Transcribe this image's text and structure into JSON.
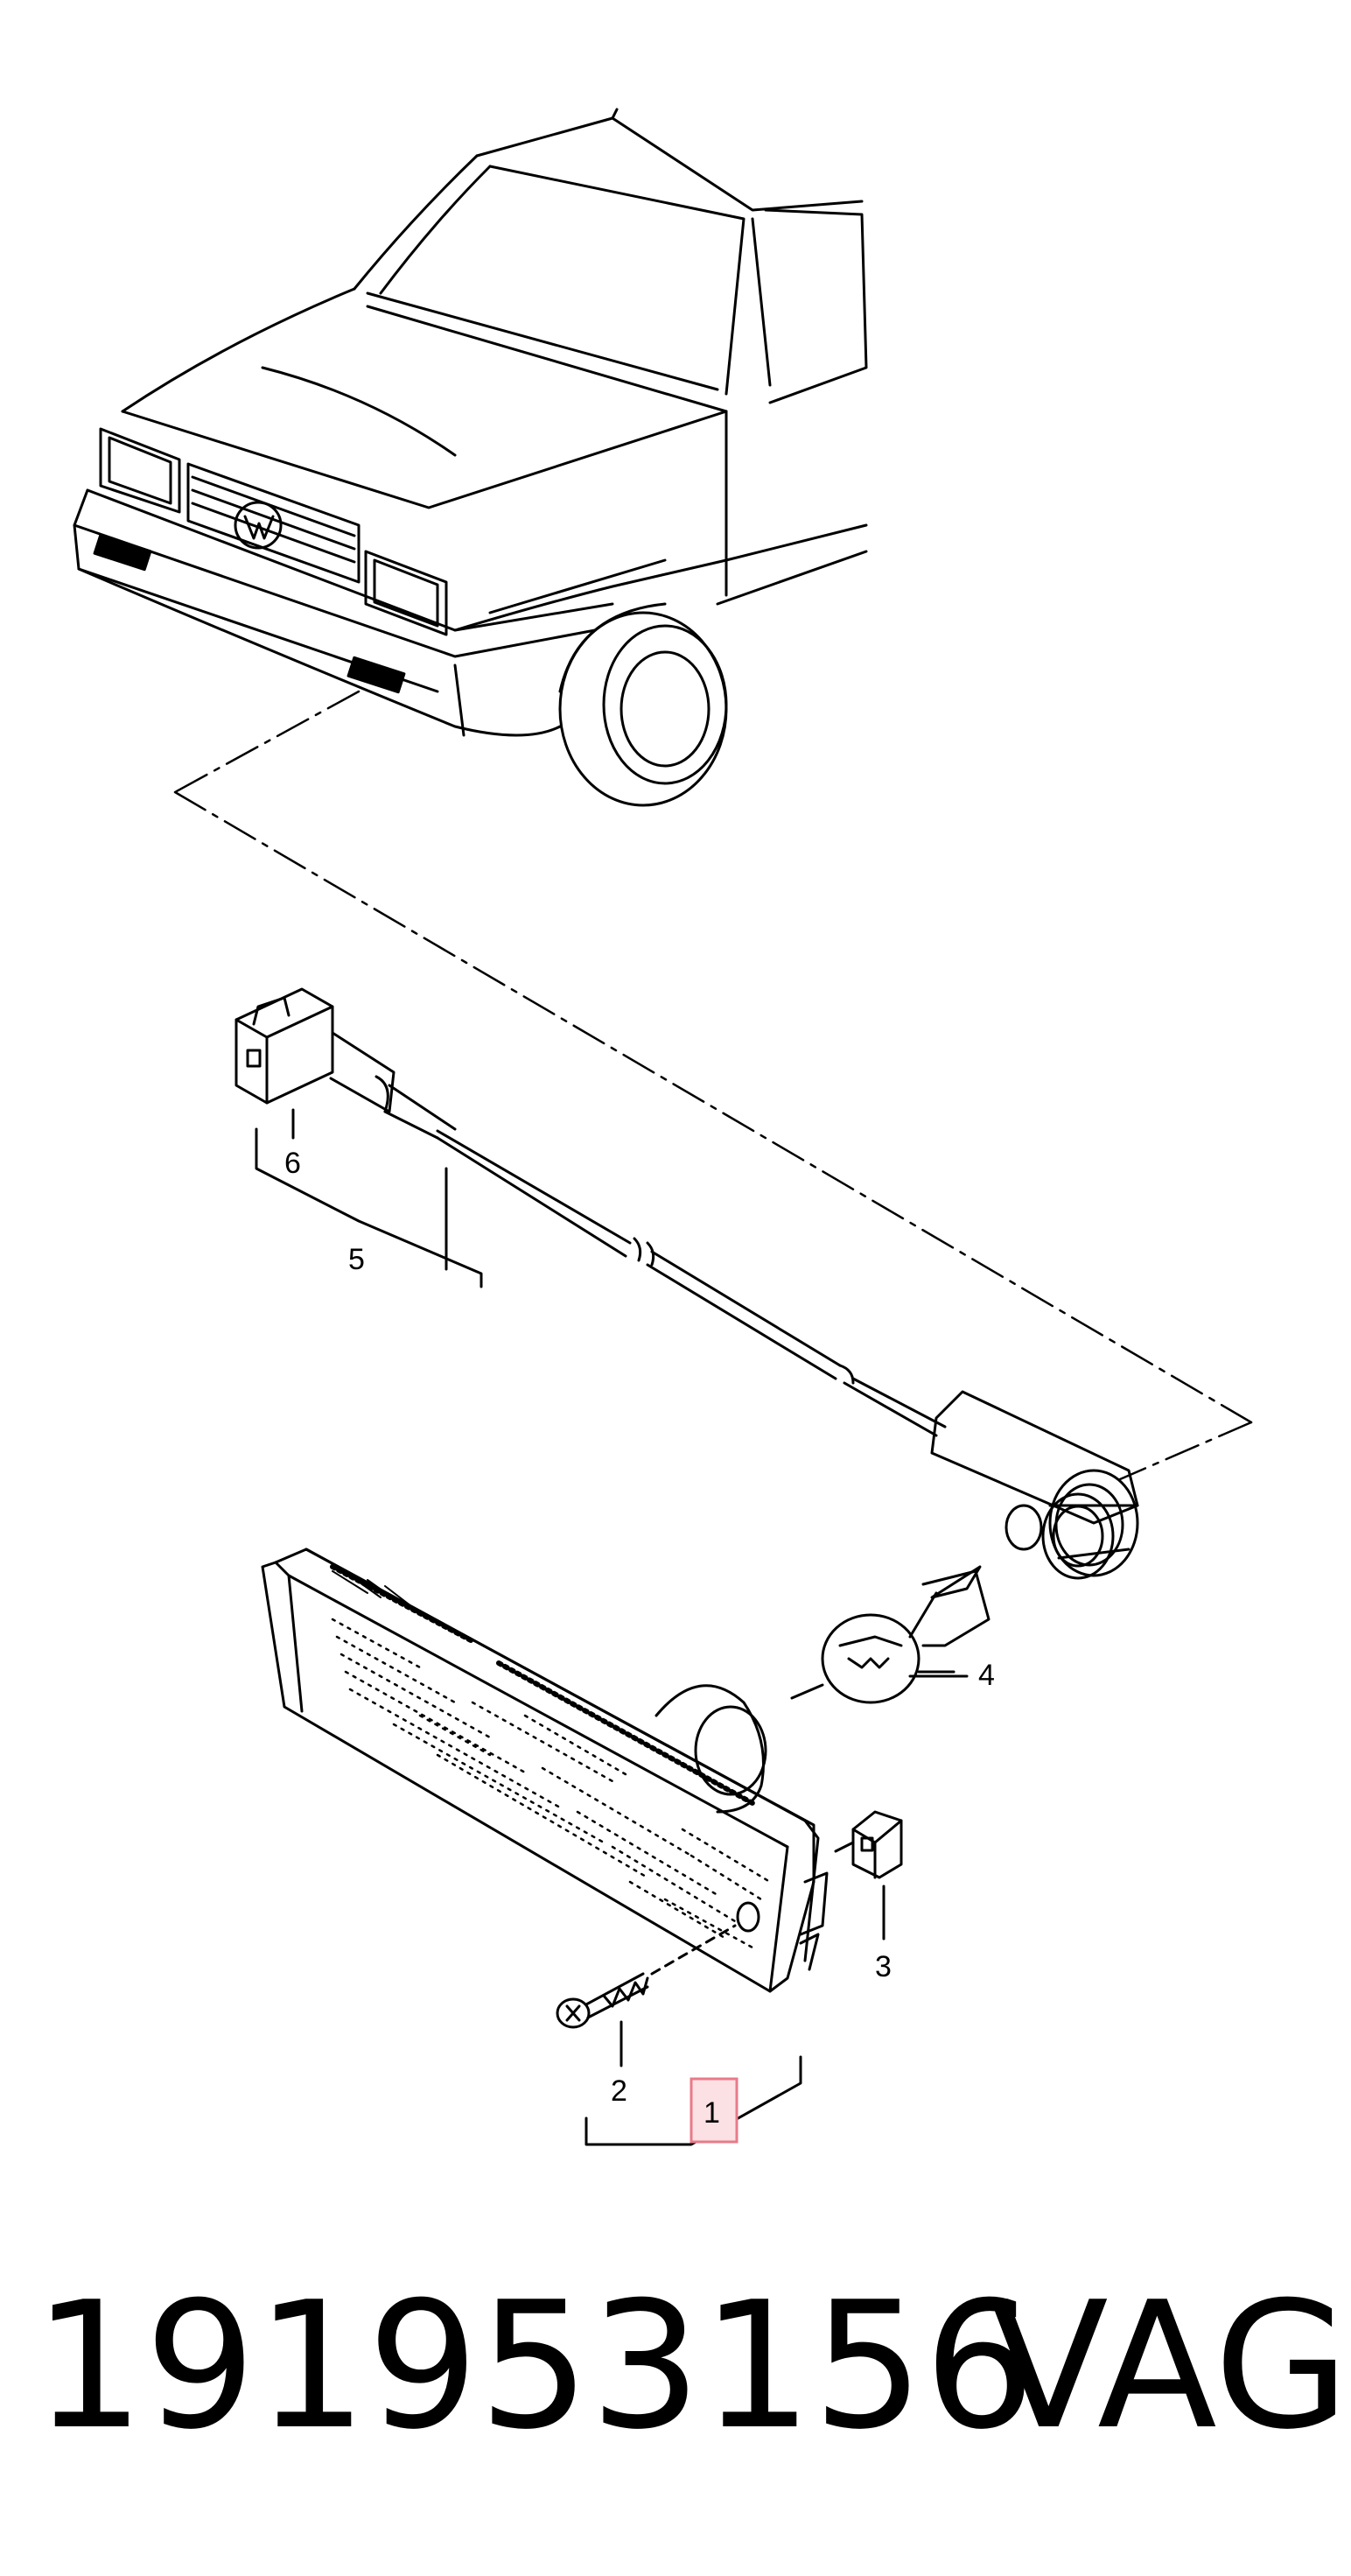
{
  "callouts": {
    "c1": "1",
    "c2": "2",
    "c3": "3",
    "c4": "4",
    "c5": "5",
    "c6": "6"
  },
  "highlighted_callout": "1",
  "highlight_color": "#e87a8a",
  "part_number": "191953156",
  "brand": "VAG"
}
